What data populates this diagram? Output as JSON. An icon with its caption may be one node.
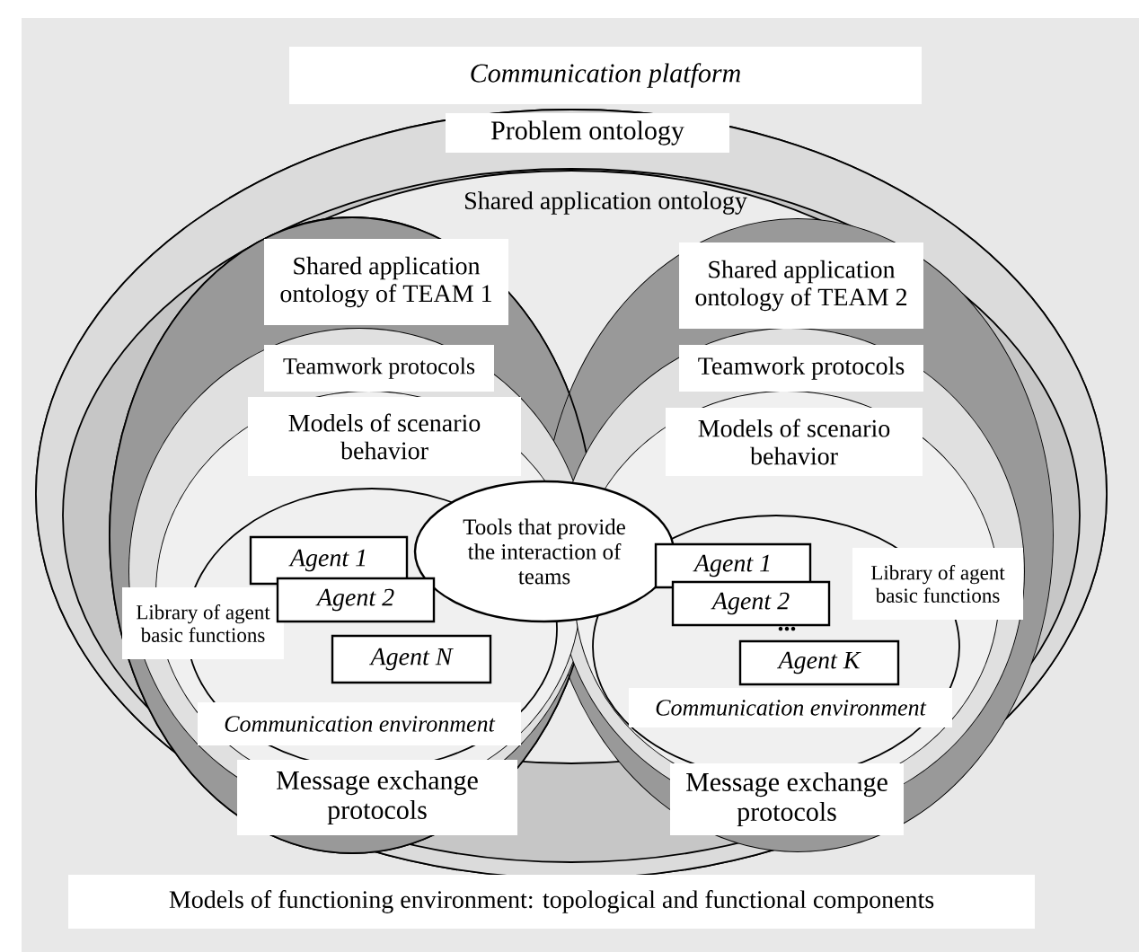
{
  "diagram": {
    "nodes": [
      {
        "text": [
          "Communication platform"
        ]
      },
      {
        "text": [
          "Problem ontology"
        ]
      },
      {
        "text": [
          "Shared application ontology"
        ]
      },
      {
        "text": [
          "Shared application ontology of TEAM 1"
        ]
      },
      {
        "text": [
          "Shared application ontology of TEAM 2"
        ]
      },
      {
        "text": [
          "Teamwork protocols"
        ]
      },
      {
        "text": [
          "Teamwork protocols"
        ]
      },
      {
        "text": [
          "Models of scenario behavior"
        ]
      },
      {
        "text": [
          "Models of scenario behavior"
        ]
      },
      {
        "text": [
          "Tools that provide the interaction of teams"
        ]
      },
      {
        "text": [
          "Agent 1"
        ]
      },
      {
        "text": [
          "Library of agent basic functions"
        ]
      },
      {
        "text": [
          "Agent 2"
        ]
      },
      {
        "text": [
          "Agent 1"
        ]
      },
      {
        "text": [
          "Library of agent basic functions"
        ]
      },
      {
        "text": [
          "Agent 2"
        ]
      },
      {
        "text": [
          "Agent N"
        ]
      },
      {
        "text": [
          "Agent K"
        ]
      },
      {
        "text": [
          "Communication environment"
        ]
      },
      {
        "text": [
          "Communication environment"
        ]
      },
      {
        "text": [
          "Message exchange protocols"
        ]
      },
      {
        "text": [
          "Message exchange protocols"
        ]
      },
      {
        "text": [
          "Models of functioning environment: topological and functional components"
        ]
      }
    ],
    "labels": [
      "..."
    ]
  }
}
